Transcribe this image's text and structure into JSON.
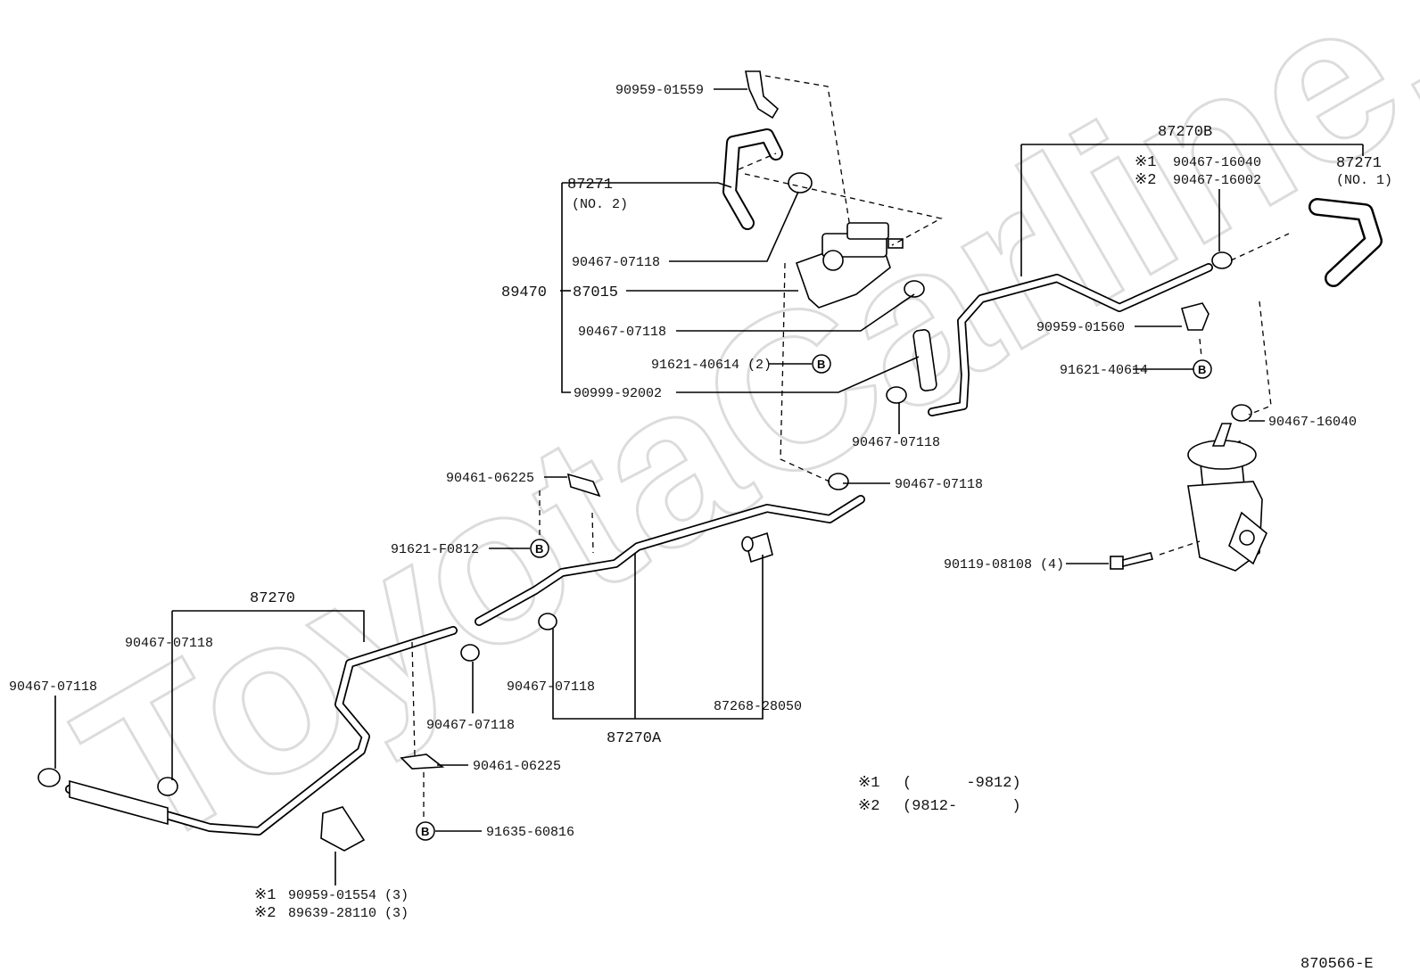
{
  "watermark": "ToyotaCarline.ru",
  "diagram_code": "870566-E",
  "notes": [
    {
      "mark": "※1",
      "range": "(      -9812)"
    },
    {
      "mark": "※2",
      "range": "(9812-      )"
    }
  ],
  "labels": {
    "p_90959_01559": "90959-01559",
    "p_87271_no2_num": "87271",
    "p_87271_no2_sub": "(NO. 2)",
    "p_89470": "89470",
    "p_90467_07118_a": "90467-07118",
    "p_87015": "87015",
    "p_90467_07118_b": "90467-07118",
    "p_91621_40614_2": "91621-40614 (2)",
    "p_90999_92002": "90999-92002",
    "p_90467_07118_c": "90467-07118",
    "p_87270b": "87270B",
    "p_90467_16040_s1": "90467-16040",
    "p_90467_16002_s2": "90467-16002",
    "p_87271_no1_num": "87271",
    "p_87271_no1_sub": "(NO. 1)",
    "p_90959_01560": "90959-01560",
    "p_91621_40614": "91621-40614",
    "p_90467_16040": "90467-16040",
    "p_90461_06225_a": "90461-06225",
    "p_91621_f0812": "91621-F0812",
    "p_90467_07118_d": "90467-07118",
    "p_90119_08108": "90119-08108 (4)",
    "p_87270": "87270",
    "p_90467_07118_e": "90467-07118",
    "p_90467_07118_f": "90467-07118",
    "p_90467_07118_g": "90467-07118",
    "p_90467_07118_h": "90467-07118",
    "p_87268_28050": "87268-28050",
    "p_87270a": "87270A",
    "p_90461_06225_b": "90461-06225",
    "p_91635_60816": "91635-60816",
    "p_90959_01554_s1": "90959-01554 (3)",
    "p_89639_28110_s2": "89639-28110 (3)",
    "mark1": "※1",
    "mark2": "※2",
    "bolt_mark": "B"
  }
}
